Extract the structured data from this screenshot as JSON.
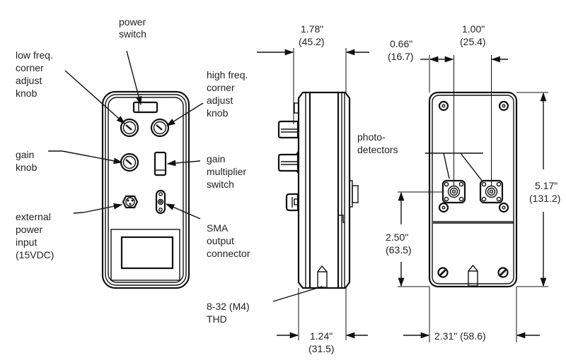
{
  "front_view": {
    "labels": {
      "power_switch": [
        "power",
        "switch"
      ],
      "low_freq_knob": [
        "low freq.",
        "corner",
        "adjust",
        "knob"
      ],
      "high_freq_knob": [
        "high freq.",
        "corner",
        "adjust",
        "knob"
      ],
      "gain_knob": [
        "gain",
        "knob"
      ],
      "gain_multiplier_switch": [
        "gain",
        "multiplier",
        "switch"
      ],
      "external_power_input": [
        "external",
        "power",
        "input",
        "(15VDC)"
      ],
      "sma_output_connector": [
        "SMA",
        "output",
        "connector"
      ],
      "thread": [
        "8-32 (M4)",
        "THD"
      ]
    }
  },
  "side_view": {
    "depth": {
      "inches": "1.78\"",
      "mm": "(45.2)"
    },
    "base_width": {
      "inches": "1.24\"",
      "mm": "(31.5)"
    },
    "photodetectors_label": [
      "photo-",
      "detectors"
    ]
  },
  "back_view": {
    "offset_left": {
      "inches": "0.66\"",
      "mm": "(16.7)"
    },
    "detector_spacing": {
      "inches": "1.00\"",
      "mm": "(25.4)"
    },
    "height": {
      "inches": "5.17\"",
      "mm": "(131.2)"
    },
    "detector_height": {
      "inches": "2.50\"",
      "mm": "(63.5)"
    },
    "width": {
      "text": "2.31\" (58.6)"
    }
  }
}
